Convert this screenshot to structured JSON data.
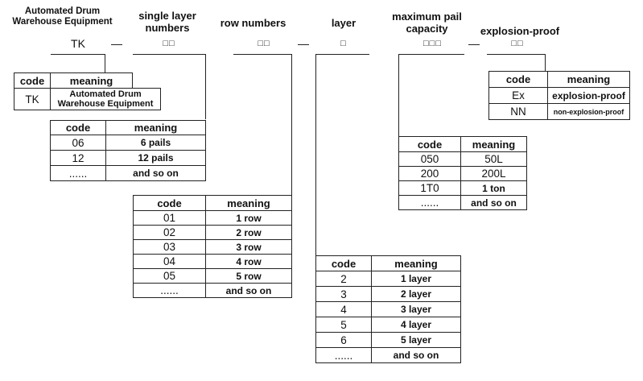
{
  "headers": {
    "automated_line1": "Automated Drum",
    "automated_line2": "Warehouse Equipment",
    "single_line1": "single layer",
    "single_line2": "numbers",
    "row": "row numbers",
    "layer": "layer",
    "capacity_line1": "maximum pail",
    "capacity_line2": "capacity",
    "explosion": "explosion-proof"
  },
  "model": {
    "prefix": "TK",
    "dash": "—",
    "single_ph": "□□",
    "row_ph": "□□",
    "layer_ph": "□",
    "capacity_ph": "□□□",
    "explosion_ph": "□□"
  },
  "tables": {
    "tk": {
      "header": [
        "code",
        "meaning"
      ],
      "rows": [
        [
          "TK",
          "Automated Drum",
          "Warehouse Equipment"
        ]
      ]
    },
    "single": {
      "header": [
        "code",
        "meaning"
      ],
      "rows": [
        [
          "06",
          "6 pails"
        ],
        [
          "12",
          "12 pails"
        ],
        [
          "......",
          "and so on"
        ]
      ]
    },
    "row": {
      "header": [
        "code",
        "meaning"
      ],
      "rows": [
        [
          "01",
          "1 row"
        ],
        [
          "02",
          "2 row"
        ],
        [
          "03",
          "3 row"
        ],
        [
          "04",
          "4 row"
        ],
        [
          "05",
          "5 row"
        ],
        [
          "......",
          "and so on"
        ]
      ]
    },
    "layer": {
      "header": [
        "code",
        "meaning"
      ],
      "rows": [
        [
          "2",
          "1 layer"
        ],
        [
          "3",
          "2 layer"
        ],
        [
          "4",
          "3 layer"
        ],
        [
          "5",
          "4 layer"
        ],
        [
          "6",
          "5 layer"
        ],
        [
          "......",
          "and so on"
        ]
      ]
    },
    "capacity": {
      "header": [
        "code",
        "meaning"
      ],
      "rows": [
        [
          "050",
          "50L"
        ],
        [
          "200",
          "200L"
        ],
        [
          "1T0",
          "1 ton"
        ],
        [
          "......",
          "and so on"
        ]
      ]
    },
    "explosion": {
      "header": [
        "code",
        "meaning"
      ],
      "rows": [
        [
          "Ex",
          "explosion-proof"
        ],
        [
          "NN",
          "non-explosion-proof"
        ]
      ]
    }
  }
}
